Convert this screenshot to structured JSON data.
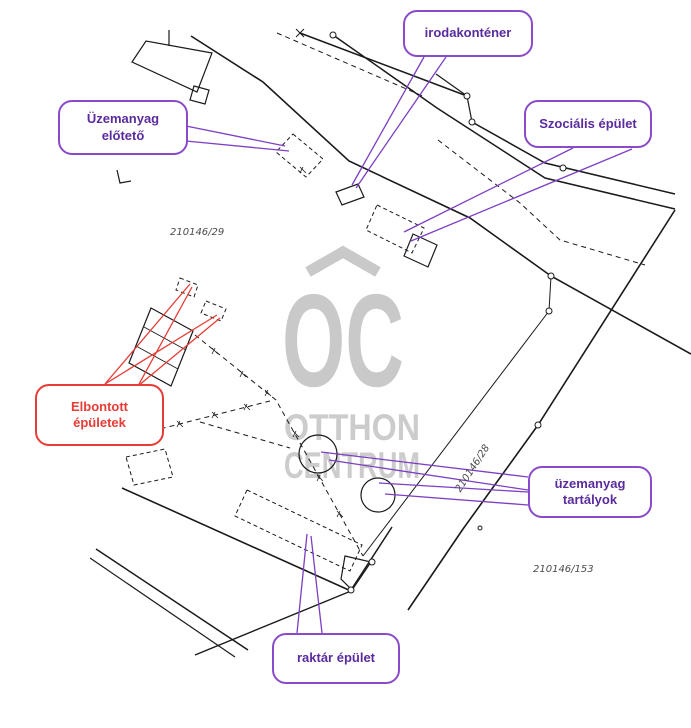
{
  "diagram": {
    "title": "site-plan",
    "watermark": {
      "logo": "OC",
      "line1": "OTTHON",
      "line2": "CENTRUM"
    },
    "parcels": [
      {
        "id": "210146/29"
      },
      {
        "id": "210146/28"
      },
      {
        "id": "210146/153"
      }
    ],
    "callouts": [
      {
        "key": "irodakontener",
        "label": "irodakonténer",
        "color": "#5a2b9d"
      },
      {
        "key": "uzemanyag-eloteto",
        "label": "Üzemanyag előtető",
        "color": "#5a2b9d"
      },
      {
        "key": "szocialis-epulet",
        "label": "Szociális épület",
        "color": "#5a2b9d"
      },
      {
        "key": "elbontott-epuletek",
        "label": "Elbontott épületek",
        "color": "#e63c35"
      },
      {
        "key": "uzemanyag-tartalyok",
        "label": "üzemanyag tartályok",
        "color": "#5a2b9d"
      },
      {
        "key": "raktar-epulet",
        "label": "raktár épület",
        "color": "#5a2b9d"
      }
    ],
    "colors": {
      "callout_border_purple": "#8a4bc9",
      "callout_line_purple": "#7d3fc4",
      "demolished_red": "#e63c35",
      "watermark_gray": "#c9c9c9",
      "linework_black": "#1a1a1a",
      "parcel_text_gray": "#4a4a4a"
    }
  }
}
